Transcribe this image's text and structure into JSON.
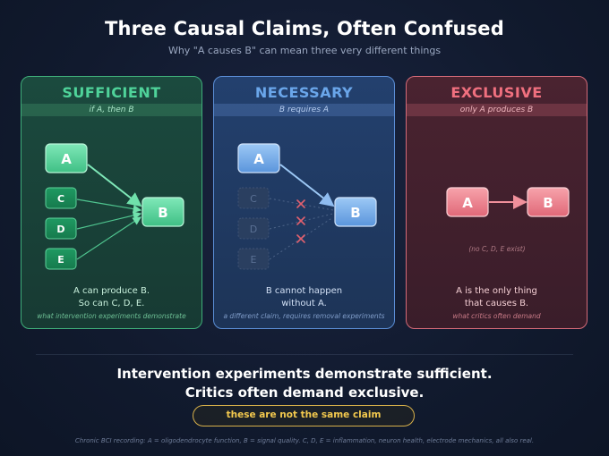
{
  "title": "Three Causal Claims, Often Confused",
  "subtitle": "Why \"A causes B\" can mean three very different things",
  "panels": [
    {
      "heading": "SUFFICIENT",
      "subheading": "if A, then B",
      "nodes": {
        "a": "A",
        "b": "B",
        "c": "C",
        "d": "D",
        "e": "E"
      },
      "desc_line1": "A can produce B.",
      "desc_line2": "So can C, D, E.",
      "footnote": "what intervention experiments demonstrate"
    },
    {
      "heading": "NECESSARY",
      "subheading": "B requires A",
      "nodes": {
        "a": "A",
        "b": "B",
        "c": "C",
        "d": "D",
        "e": "E"
      },
      "desc_line1": "B cannot happen",
      "desc_line2": "without A.",
      "footnote": "a different claim, requires removal experiments"
    },
    {
      "heading": "EXCLUSIVE",
      "subheading": "only A produces B",
      "nodes": {
        "a": "A",
        "b": "B"
      },
      "note": "(no C, D, E exist)",
      "desc_line1": "A is the only thing",
      "desc_line2": "that causes B.",
      "footnote": "what critics often demand"
    }
  ],
  "conclusion_line1": "Intervention experiments demonstrate sufficient.",
  "conclusion_line2": "Critics often demand exclusive.",
  "callout": "these are not the same claim",
  "bottom_note": "Chronic BCI recording: A = oligodendrocyte function, B = signal quality. C, D, E = inflammation, neuron health, electrode mechanics, all also real.",
  "colors": {
    "sufficient": "#4fd39a",
    "necessary": "#6aa6ea",
    "exclusive": "#f0707f",
    "callout": "#f3c94e"
  }
}
